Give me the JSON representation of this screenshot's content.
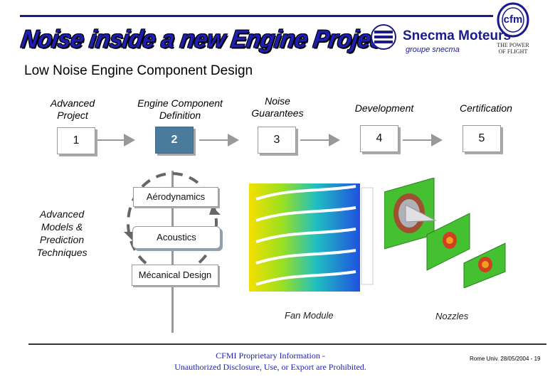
{
  "header": {
    "title": "Noise inside a new Engine Project",
    "company_name": "Snecma Moteurs",
    "company_group": "groupe snecma",
    "cfm_logo_text": "cfm",
    "cfm_tagline_line1": "THE POWER",
    "cfm_tagline_line2": "OF FLIGHT"
  },
  "subtitle": "Low Noise Engine Component Design",
  "stages": [
    {
      "label_line1": "Advanced",
      "label_line2": "Project",
      "number": "1"
    },
    {
      "label_line1": "Engine Component",
      "label_line2": "Definition",
      "number": "2"
    },
    {
      "label_line1": "Noise",
      "label_line2": "Guarantees",
      "number": "3"
    },
    {
      "label_line1": "Development",
      "label_line2": "",
      "number": "4"
    },
    {
      "label_line1": "Certification",
      "label_line2": "",
      "number": "5"
    }
  ],
  "loop": {
    "items": [
      "Aérodynamics",
      "Acoustics",
      "Mécanical Design"
    ]
  },
  "left_note": "Advanced Models & Prediction Techniques",
  "captions": {
    "fan": "Fan Module",
    "nozzles": "Nozzles"
  },
  "footer": {
    "line1": "CFMI Proprietary Information -",
    "line2": "Unauthorized Disclosure, Use, or Export are Prohibited.",
    "right": "Rome Univ. 28/05/2004 - 19"
  },
  "colors": {
    "title": "#1e1eb4",
    "footer_text": "#2020c0",
    "logo_blue": "#1a1a8c",
    "box_border": "#999999"
  }
}
